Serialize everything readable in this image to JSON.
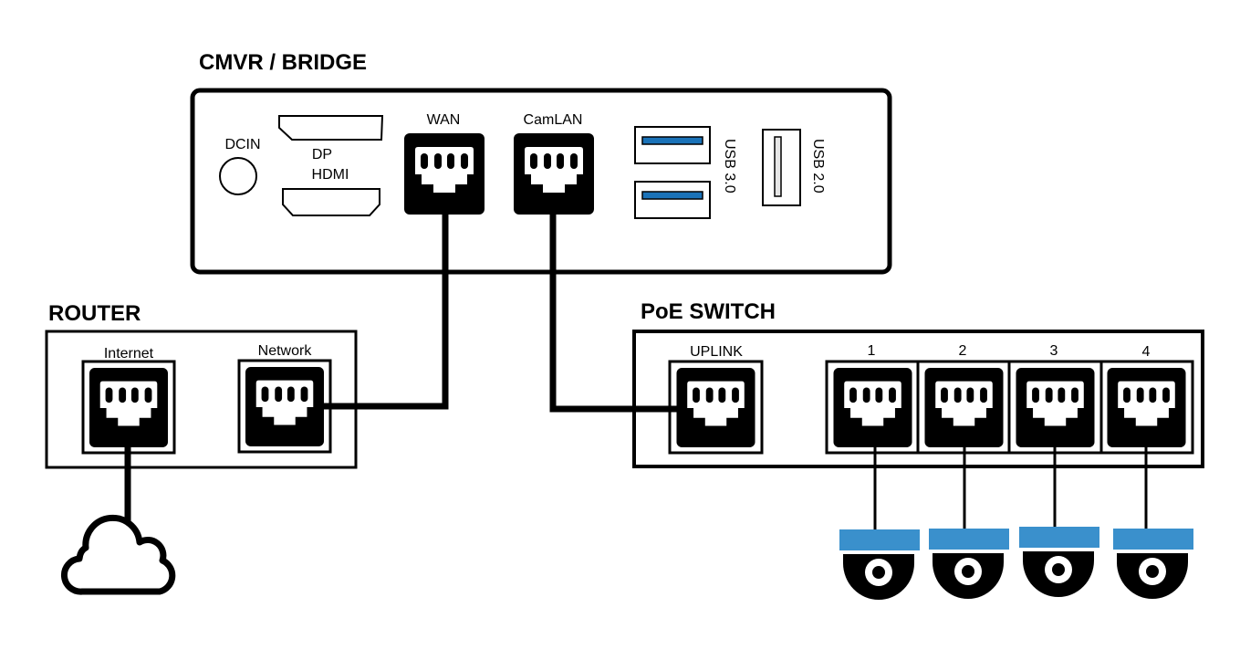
{
  "devices": {
    "cmvr": {
      "title": "CMVR / BRIDGE",
      "ports": {
        "dcin": "DCIN",
        "video_top": "DP",
        "video_bottom": "HDMI",
        "wan": "WAN",
        "camlan": "CamLAN",
        "usb3": "USB 3.0",
        "usb2": "USB 2.0"
      }
    },
    "router": {
      "title": "ROUTER",
      "ports": {
        "internet": "Internet",
        "network": "Network"
      }
    },
    "switch": {
      "title": "PoE SWITCH",
      "ports": {
        "uplink": "UPLINK",
        "numbered": [
          "1",
          "2",
          "3",
          "4"
        ]
      }
    }
  },
  "connections": [
    {
      "from": "CMVR / BRIDGE WAN",
      "to": "ROUTER Network"
    },
    {
      "from": "CMVR / BRIDGE CamLAN",
      "to": "PoE SWITCH UPLINK"
    },
    {
      "from": "ROUTER Internet",
      "to": "Internet cloud"
    },
    {
      "from": "PoE SWITCH 1",
      "to": "Camera 1"
    },
    {
      "from": "PoE SWITCH 2",
      "to": "Camera 2"
    },
    {
      "from": "PoE SWITCH 3",
      "to": "Camera 3"
    },
    {
      "from": "PoE SWITCH 4",
      "to": "Camera 4"
    }
  ],
  "icons": {
    "cloud": "cloud-icon",
    "camera": "dome-camera-icon",
    "ethernet": "ethernet-port-icon"
  },
  "colors": {
    "line": "#000000",
    "usb3_accent": "#1a72b8",
    "camera_accent": "#3a90cc",
    "usb2_tongue": "#e6e6e6"
  }
}
